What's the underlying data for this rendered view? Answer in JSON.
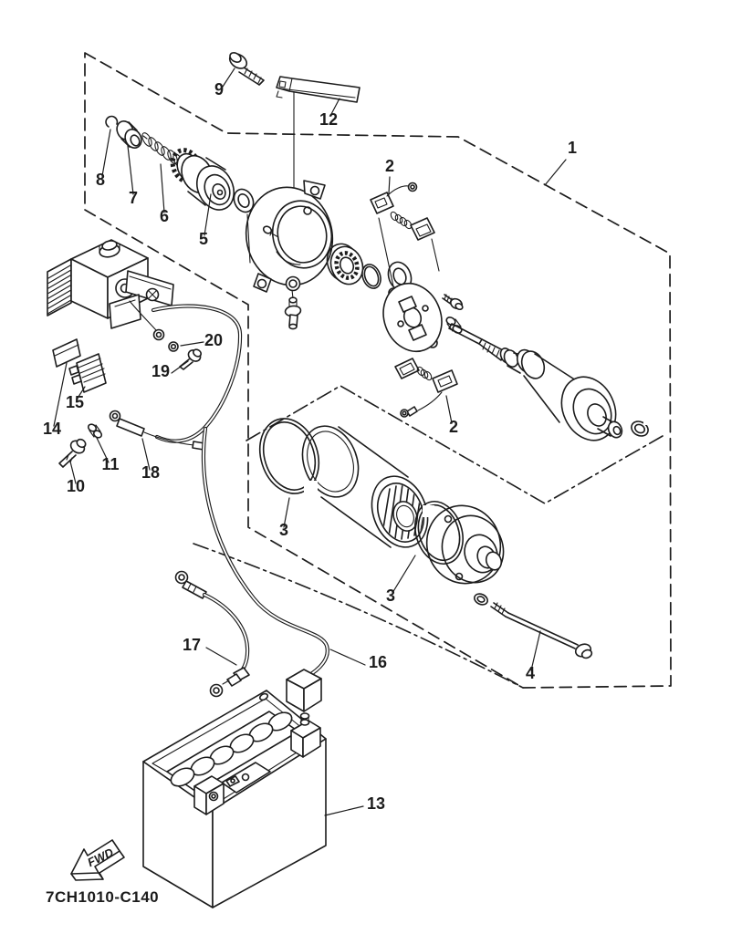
{
  "diagram": {
    "code": "7CH1010-C140",
    "fwd_label": "FWD",
    "ink_color": "#1c1c1c",
    "background_color": "#ffffff"
  },
  "part_numbers": {
    "p1": "1",
    "p2": "2",
    "p3": "3",
    "p4": "4",
    "p5": "5",
    "p6": "6",
    "p7": "7",
    "p8": "8",
    "p9": "9",
    "p10": "10",
    "p11": "11",
    "p12": "12",
    "p13": "13",
    "p14": "14",
    "p15": "15",
    "p16": "16",
    "p17": "17",
    "p18": "18",
    "p19": "19",
    "p20": "20"
  }
}
